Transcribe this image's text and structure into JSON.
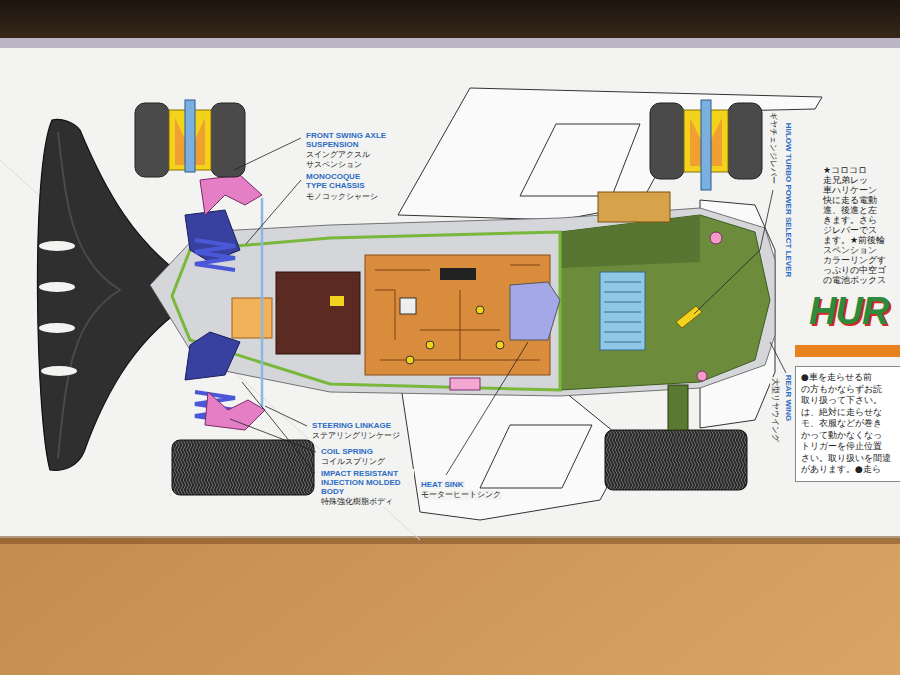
{
  "diagram": {
    "nodes": [
      {
        "text": [
          "●車を走らせる前 の方もかならずお読 取り扱って下さい。 は、絶対に走らせな モ、衣服などが巻き かって動かなくなっ トリガーを停止位置 さい。取り扱いを間違 があります。●走ら"
        ]
      }
    ],
    "labels": [
      "FRONT SWING AXLE SUSPENSION",
      "スイングアクスル サスペンション",
      "MONOCOQUE TYPE CHASSIS",
      "モノコックシャーシ",
      "ギヤチェンジレバー",
      "HI/LOW TURBO POWER SELECT LEVER",
      "STEERING LINKAGE",
      "ステアリングリンケージ",
      "COIL SPRING",
      "コイルスプリング",
      "IMPACT RESISTANT INJECTION MOLDED BODY",
      "特殊強化樹脂ボディ",
      "HEAT SINK",
      "モーターヒートシンク",
      "大型リヤウイング",
      "REAR WING",
      "★コロコロ 走兄弟レッ 車ハリケーン 快に走る電動 進、後進と左 きます。さら ジレバーでス ます。★前後輪 スペンション カラーリングす っぷりの中空ゴ の電池ボックス",
      "HUR"
    ]
  }
}
